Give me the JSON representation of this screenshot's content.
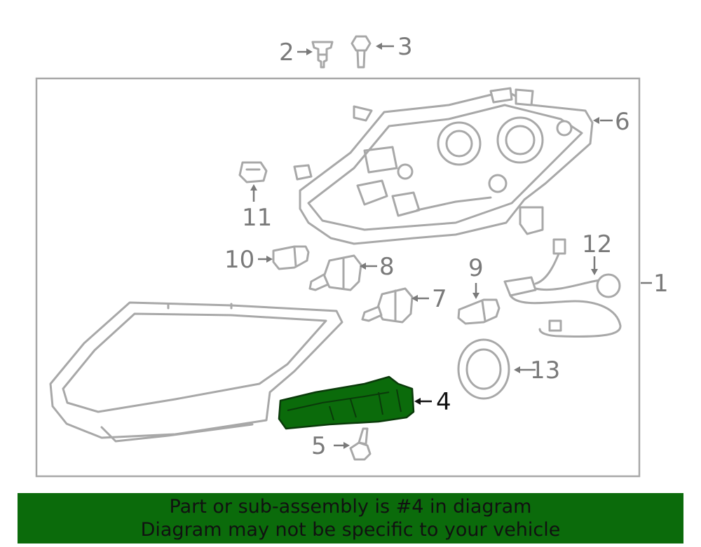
{
  "callouts": {
    "c1": "1",
    "c2": "2",
    "c3": "3",
    "c4": "4",
    "c5": "5",
    "c6": "6",
    "c7": "7",
    "c8": "8",
    "c9": "9",
    "c10": "10",
    "c11": "11",
    "c12": "12",
    "c13": "13"
  },
  "highlighted_part": "4",
  "colors": {
    "highlight": "#0b6b0b",
    "banner": "#0b6b0b",
    "line": "#a8a8a8",
    "label": "#7a7a7a"
  },
  "banner": {
    "line1": "Part or sub-assembly is #4 in diagram",
    "line2": "Diagram may not be specific to your vehicle"
  }
}
